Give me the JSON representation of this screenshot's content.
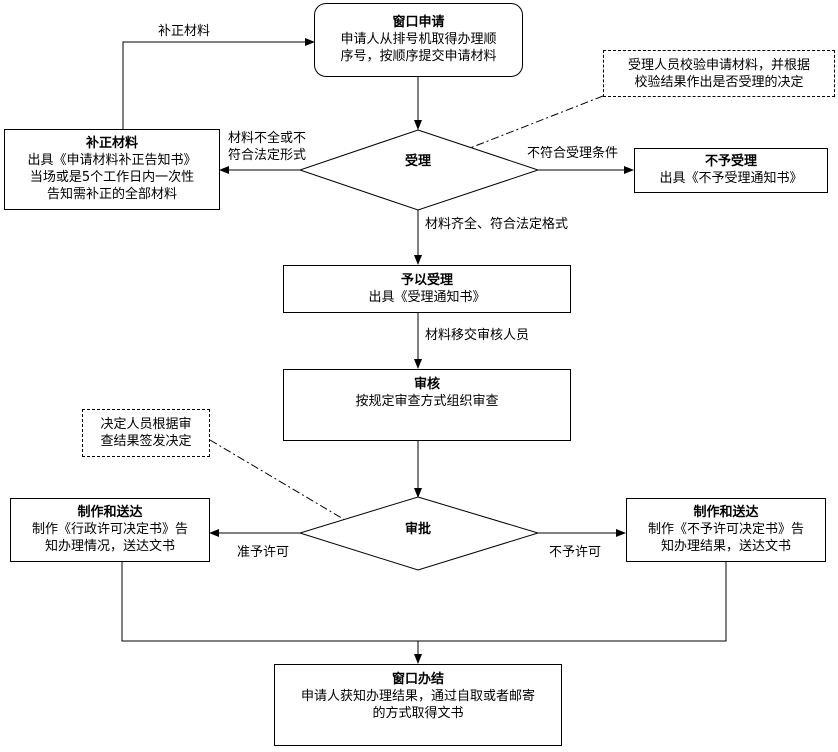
{
  "nodes": {
    "window_apply": {
      "title": "窗口申请",
      "body": [
        "申请人从排号机取得办理顺",
        "序号，按顺序提交申请材料"
      ]
    },
    "supplement": {
      "title": "补正材料",
      "body": [
        "出具《申请材料补正告知书》",
        "当场或是5个工作日内一次性",
        "告知需补正的全部材料"
      ]
    },
    "note_accept": {
      "body": [
        "受理人员校验申请材料，并根据",
        "校验结果作出是否受理的决定"
      ]
    },
    "decision_accept": {
      "label": "受理"
    },
    "reject": {
      "title": "不予受理",
      "body": [
        "出具《不予受理通知书》"
      ]
    },
    "accepted": {
      "title": "予以受理",
      "body": [
        "出具《受理通知书》"
      ]
    },
    "review": {
      "title": "审核",
      "body": [
        "按规定审查方式组织审查"
      ]
    },
    "note_decision": {
      "body": [
        "决定人员根据审",
        "查结果签发决定"
      ]
    },
    "decision_approve": {
      "label": "审批"
    },
    "make_permit": {
      "title": "制作和送达",
      "body": [
        "制作《行政许可决定书》告",
        "知办理情况，送达文书"
      ]
    },
    "make_deny": {
      "title": "制作和送达",
      "body": [
        "制作《不予许可决定书》告",
        "知办理结果，送达文书"
      ]
    },
    "window_finish": {
      "title": "窗口办结",
      "body": [
        "申请人获知办理结果，通过自取或者邮寄",
        "的方式取得文书"
      ]
    }
  },
  "edges": {
    "supplement_back": "补正材料",
    "incomplete": [
      "材料不全或不",
      "符合法定形式"
    ],
    "not_qualified": "不符合受理条件",
    "complete": "材料齐全、符合法定格式",
    "transfer": "材料移交审核人员",
    "approve": "准予许可",
    "deny": "不予许可"
  }
}
